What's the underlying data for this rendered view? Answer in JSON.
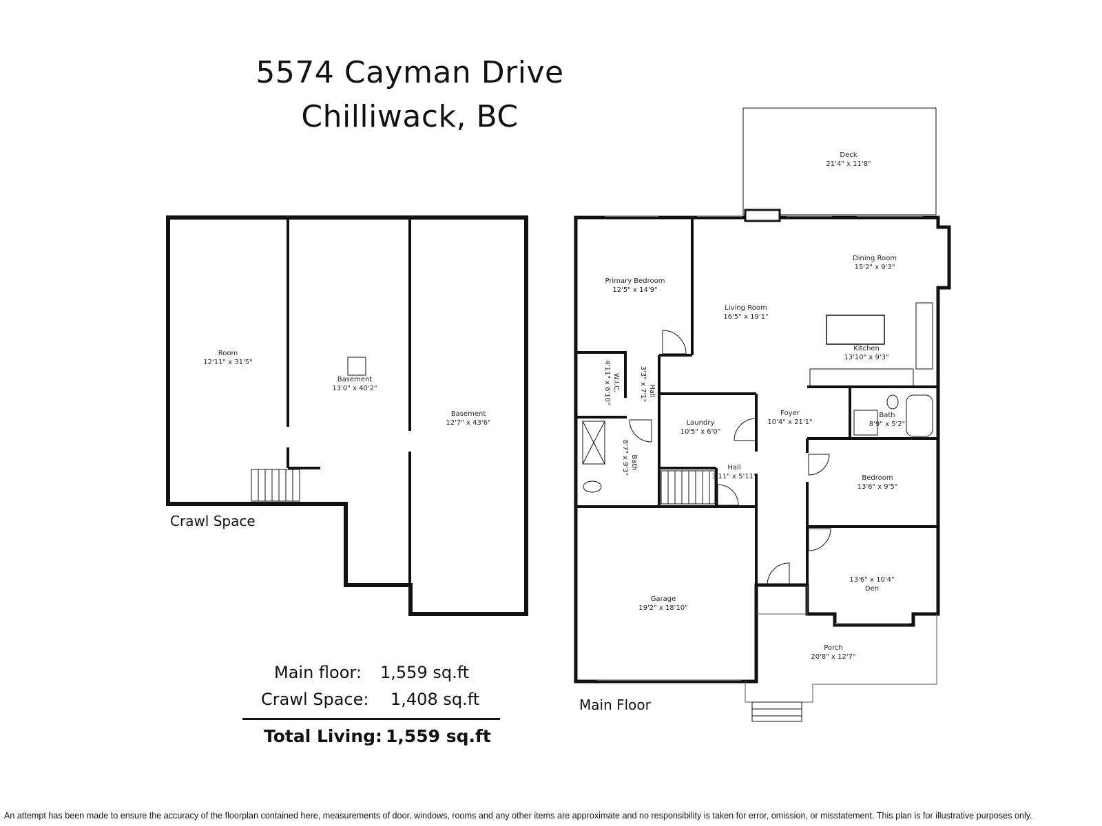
{
  "header": {
    "line1": "5574 Cayman Drive",
    "line2": "Chilliwack, BC"
  },
  "crawl_space": {
    "label": "Crawl Space",
    "rooms": [
      {
        "name": "Room",
        "dims": "12'11\" x 31'5\""
      },
      {
        "name": "Basement",
        "dims": "13'0\" x 40'2\""
      },
      {
        "name": "Basement",
        "dims": "12'7\" x 43'6\""
      }
    ]
  },
  "main_floor": {
    "label": "Main Floor",
    "rooms": [
      {
        "name": "Deck",
        "dims": "21'4\" x 11'8\""
      },
      {
        "name": "Dining Room",
        "dims": "15'2\" x 9'3\""
      },
      {
        "name": "Primary Bedroom",
        "dims": "12'5\" x 14'9\""
      },
      {
        "name": "Living Room",
        "dims": "16'5\" x 19'1\""
      },
      {
        "name": "Kitchen",
        "dims": "13'10\" x 9'3\""
      },
      {
        "name": "W.I.C.",
        "dims": "4'11\" x 6'10\""
      },
      {
        "name": "Hall",
        "dims": "3'3\" x 7'1\""
      },
      {
        "name": "Foyer",
        "dims": "10'4\" x 21'1\""
      },
      {
        "name": "Bath",
        "dims": "8'9\" x 5'2\""
      },
      {
        "name": "Laundry",
        "dims": "10'5\" x 6'0\""
      },
      {
        "name": "Bath",
        "dims": "8'7\" x 9'3\""
      },
      {
        "name": "Hall",
        "dims": "3'11\" x 5'11\""
      },
      {
        "name": "Bedroom",
        "dims": "13'6\" x 9'5\""
      },
      {
        "name": "Den",
        "dims": "13'6\" x 10'4\""
      },
      {
        "name": "Garage",
        "dims": "19'2\" x 18'10\""
      },
      {
        "name": "Porch",
        "dims": "20'8\" x 12'7\""
      }
    ]
  },
  "areas": {
    "main_label": "Main floor:",
    "main_value": "1,559 sq.ft",
    "crawl_label": "Crawl Space:",
    "crawl_value": "1,408 sq.ft",
    "total_label": "Total Living:",
    "total_value": "1,559 sq.ft"
  },
  "disclaimer": "An attempt has been made to ensure the accuracy of the floorplan contained here, measurements of door, windows, rooms and any other items are approximate and no responsibility is taken for error, omission, or misstatement. This plan is for illustrative purposes only."
}
